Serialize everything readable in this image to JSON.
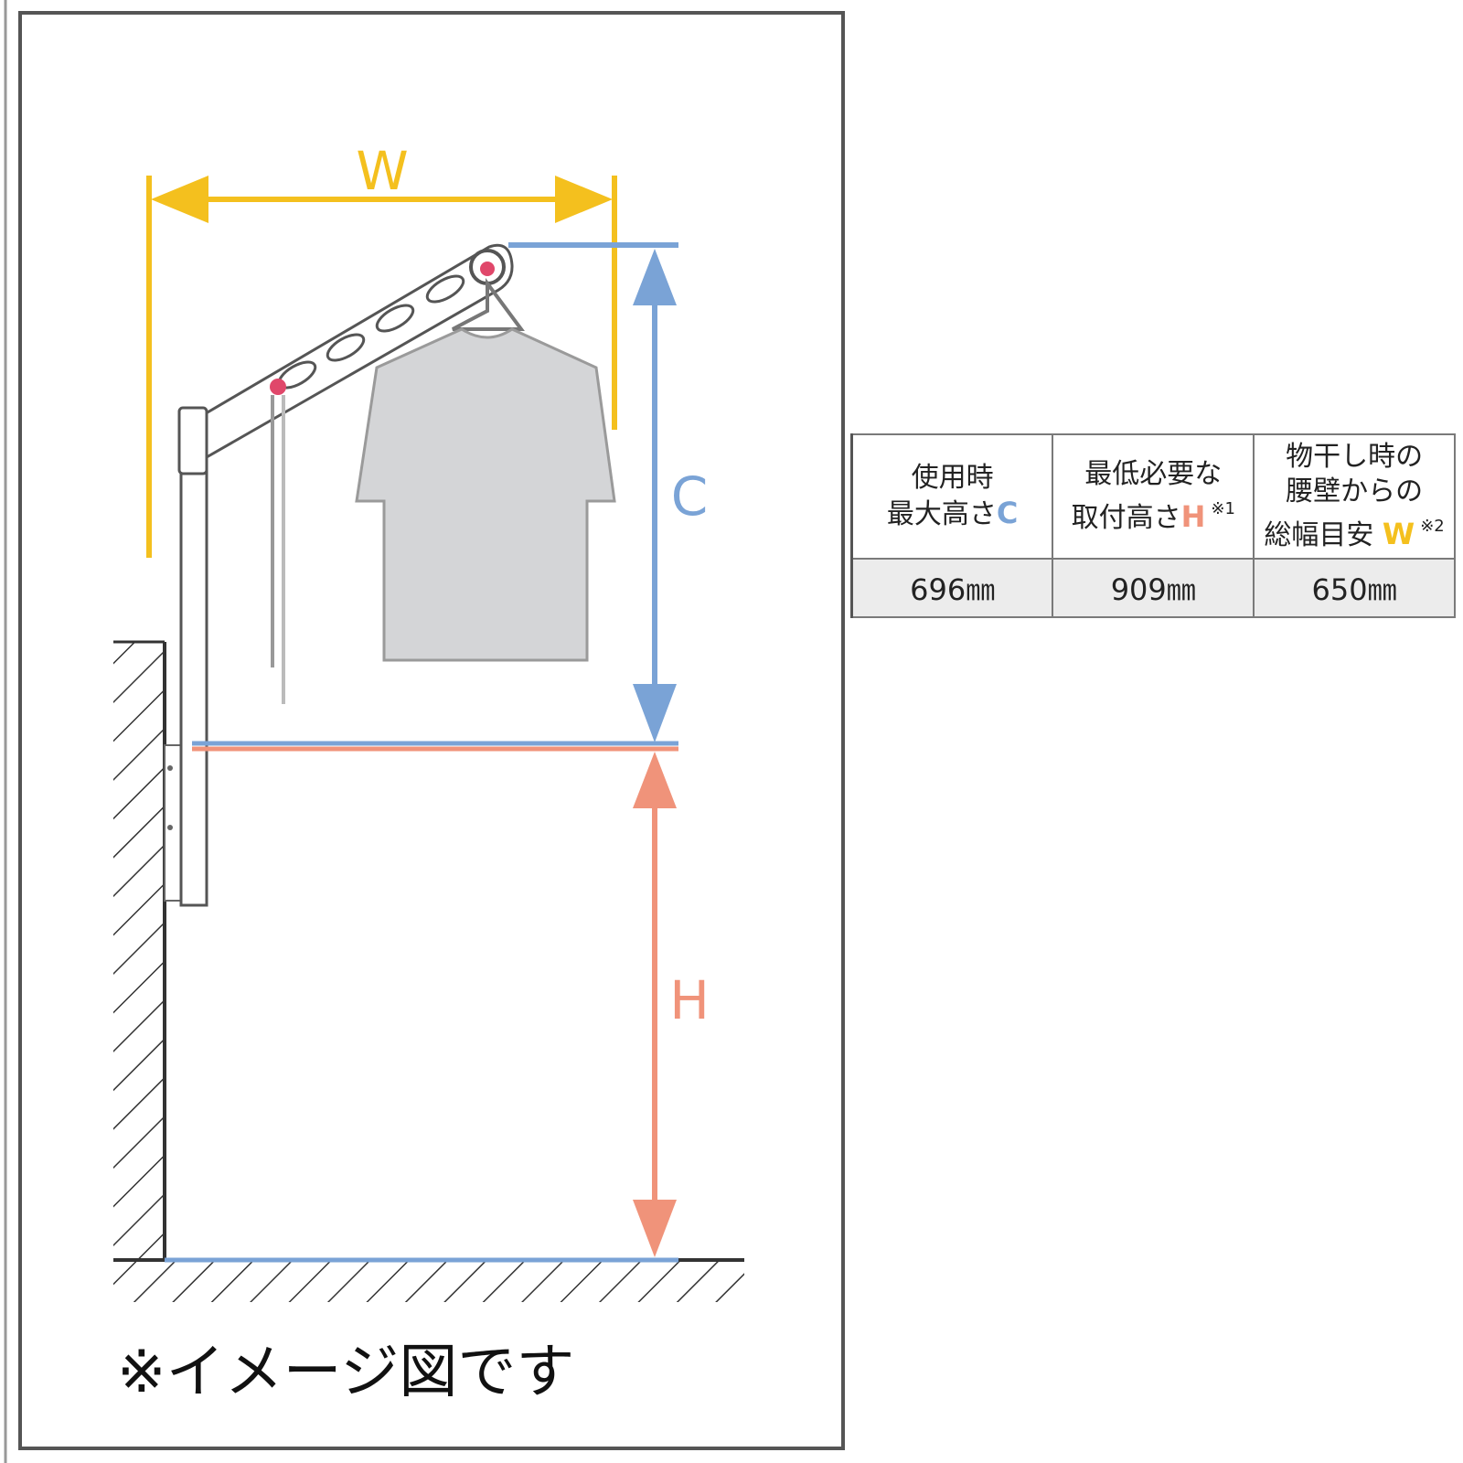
{
  "diagram": {
    "labels": {
      "w": "W",
      "c": "C",
      "h": "H"
    },
    "note": "※イメージ図です"
  },
  "table": {
    "headers": [
      {
        "line1": "使用時",
        "line2": "最大高さ",
        "symbol": "C",
        "sup": "",
        "line3": ""
      },
      {
        "line1": "最低必要な",
        "line2": "取付高さ",
        "symbol": "H",
        "sup": "※1",
        "line3": ""
      },
      {
        "line1": "物干し時の",
        "line2": "腰壁からの",
        "line3": "総幅目安",
        "symbol": "W",
        "sup": "※2"
      }
    ],
    "values": [
      "696㎜",
      "909㎜",
      "650㎜"
    ]
  },
  "colors": {
    "w_dimension": "#f4c01e",
    "c_dimension": "#7aa3d6",
    "h_dimension": "#f0937a",
    "hanger_pin": "#e0476a",
    "shirt": "#d4d5d7",
    "frame": "#555555"
  }
}
